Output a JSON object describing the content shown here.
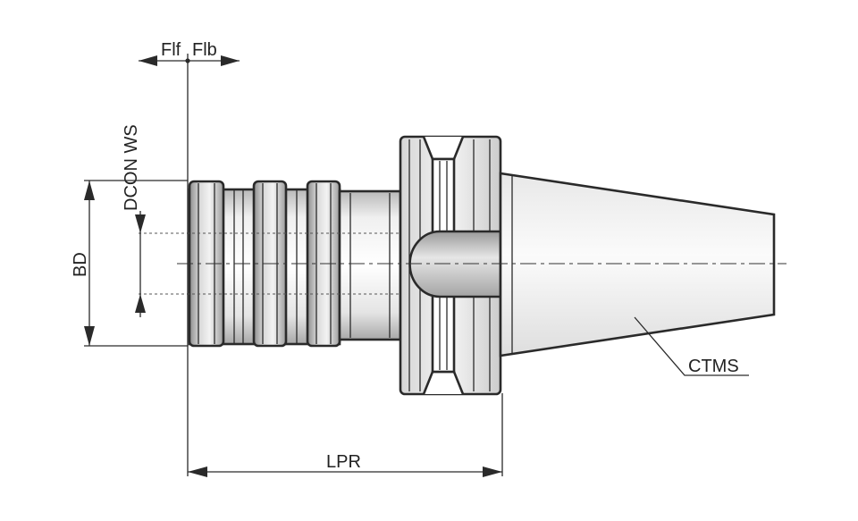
{
  "labels": {
    "flf": "Flf",
    "flb": "Flb",
    "dcon_ws": "DCON WS",
    "bd": "BD",
    "lpr": "LPR",
    "ctms": "CTMS"
  },
  "colors": {
    "line": "#2a2a2a",
    "metal_light": "#f2f2f2",
    "metal_mid": "#cfcfcf",
    "metal_dark": "#9a9a9a"
  }
}
